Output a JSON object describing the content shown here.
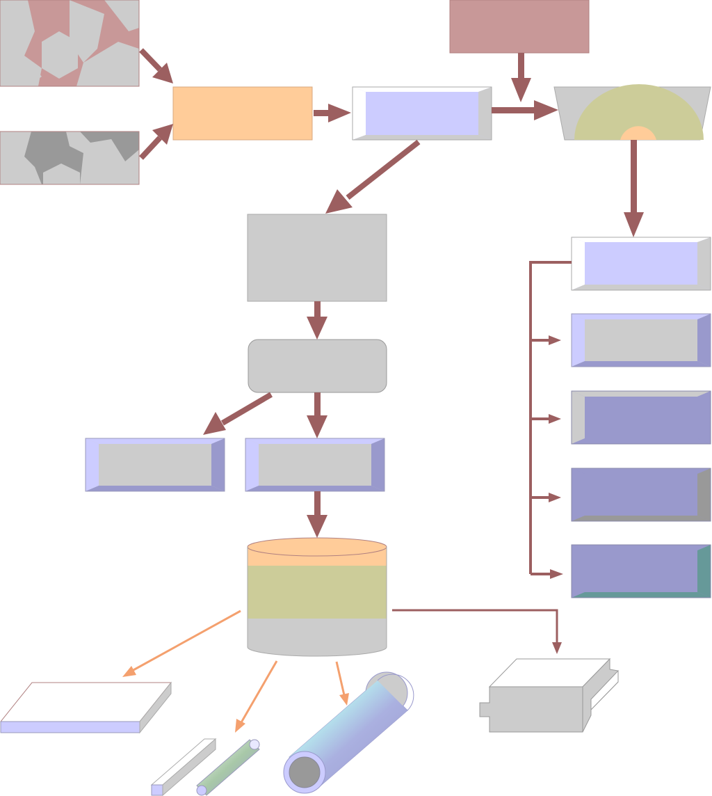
{
  "diagram": {
    "labels": [],
    "colors": {
      "arrow": "#9c5f60",
      "arrow_light": "#f4a06e",
      "ore": "#c89898",
      "orange": "#ffcc99",
      "lavender": "#ccccff",
      "purple": "#9999cc",
      "olive": "#cccc99",
      "gray": "#cccccc",
      "dark_gray": "#999999",
      "teal": "#669999"
    },
    "nodes": [
      {
        "id": "ore-sample-top",
        "label": ""
      },
      {
        "id": "ore-sample-bottom",
        "label": ""
      },
      {
        "id": "mixing-box",
        "label": ""
      },
      {
        "id": "reactor-box",
        "label": ""
      },
      {
        "id": "additive-box",
        "label": ""
      },
      {
        "id": "furnace",
        "label": ""
      },
      {
        "id": "process-box",
        "label": ""
      },
      {
        "id": "rounded-box",
        "label": ""
      },
      {
        "id": "output-box-left",
        "label": ""
      },
      {
        "id": "output-box-center",
        "label": ""
      },
      {
        "id": "cylinder-tank",
        "label": ""
      },
      {
        "id": "right-box-1",
        "label": ""
      },
      {
        "id": "right-box-2",
        "label": ""
      },
      {
        "id": "right-box-3",
        "label": ""
      },
      {
        "id": "right-box-4",
        "label": ""
      },
      {
        "id": "right-box-5",
        "label": ""
      },
      {
        "id": "product-plate",
        "label": ""
      },
      {
        "id": "product-bar",
        "label": ""
      },
      {
        "id": "product-rod",
        "label": ""
      },
      {
        "id": "product-tube",
        "label": ""
      },
      {
        "id": "product-block",
        "label": ""
      }
    ]
  }
}
